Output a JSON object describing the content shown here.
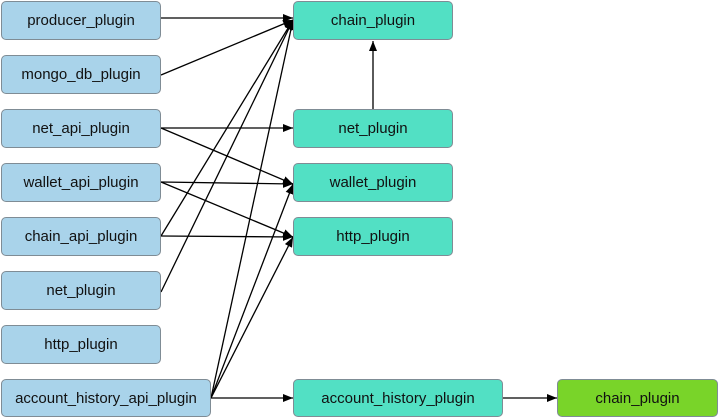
{
  "diagram": {
    "left_nodes": [
      {
        "id": "L1",
        "label": "producer_plugin"
      },
      {
        "id": "L2",
        "label": "mongo_db_plugin"
      },
      {
        "id": "L3",
        "label": "net_api_plugin"
      },
      {
        "id": "L4",
        "label": "wallet_api_plugin"
      },
      {
        "id": "L5",
        "label": "chain_api_plugin"
      },
      {
        "id": "L6",
        "label": "net_plugin"
      },
      {
        "id": "L7",
        "label": "http_plugin"
      },
      {
        "id": "L8",
        "label": "account_history_api_plugin"
      }
    ],
    "right_nodes": [
      {
        "id": "R1",
        "label": "chain_plugin"
      },
      {
        "id": "R2",
        "label": "net_plugin"
      },
      {
        "id": "R3",
        "label": "wallet_plugin"
      },
      {
        "id": "R4",
        "label": "http_plugin"
      },
      {
        "id": "R5",
        "label": "account_history_plugin"
      },
      {
        "id": "R6",
        "label": "chain_plugin"
      }
    ],
    "edges": [
      {
        "from": "L1",
        "to": "R1"
      },
      {
        "from": "L2",
        "to": "R1"
      },
      {
        "from": "L3",
        "to": "R2"
      },
      {
        "from": "L3",
        "to": "R3"
      },
      {
        "from": "L4",
        "to": "R3"
      },
      {
        "from": "L4",
        "to": "R4"
      },
      {
        "from": "L5",
        "to": "R1"
      },
      {
        "from": "L5",
        "to": "R4"
      },
      {
        "from": "L6",
        "to": "R1"
      },
      {
        "from": "R2",
        "to": "R1"
      },
      {
        "from": "L8",
        "to": "R1"
      },
      {
        "from": "L8",
        "to": "R3"
      },
      {
        "from": "L8",
        "to": "R4"
      },
      {
        "from": "L8",
        "to": "R5"
      },
      {
        "from": "R5",
        "to": "R6"
      }
    ],
    "colors": {
      "dependent_fill": "#a9d3ea",
      "dependency_fill": "#52e0c4",
      "final_fill": "#79d429",
      "edge": "#000000"
    }
  }
}
